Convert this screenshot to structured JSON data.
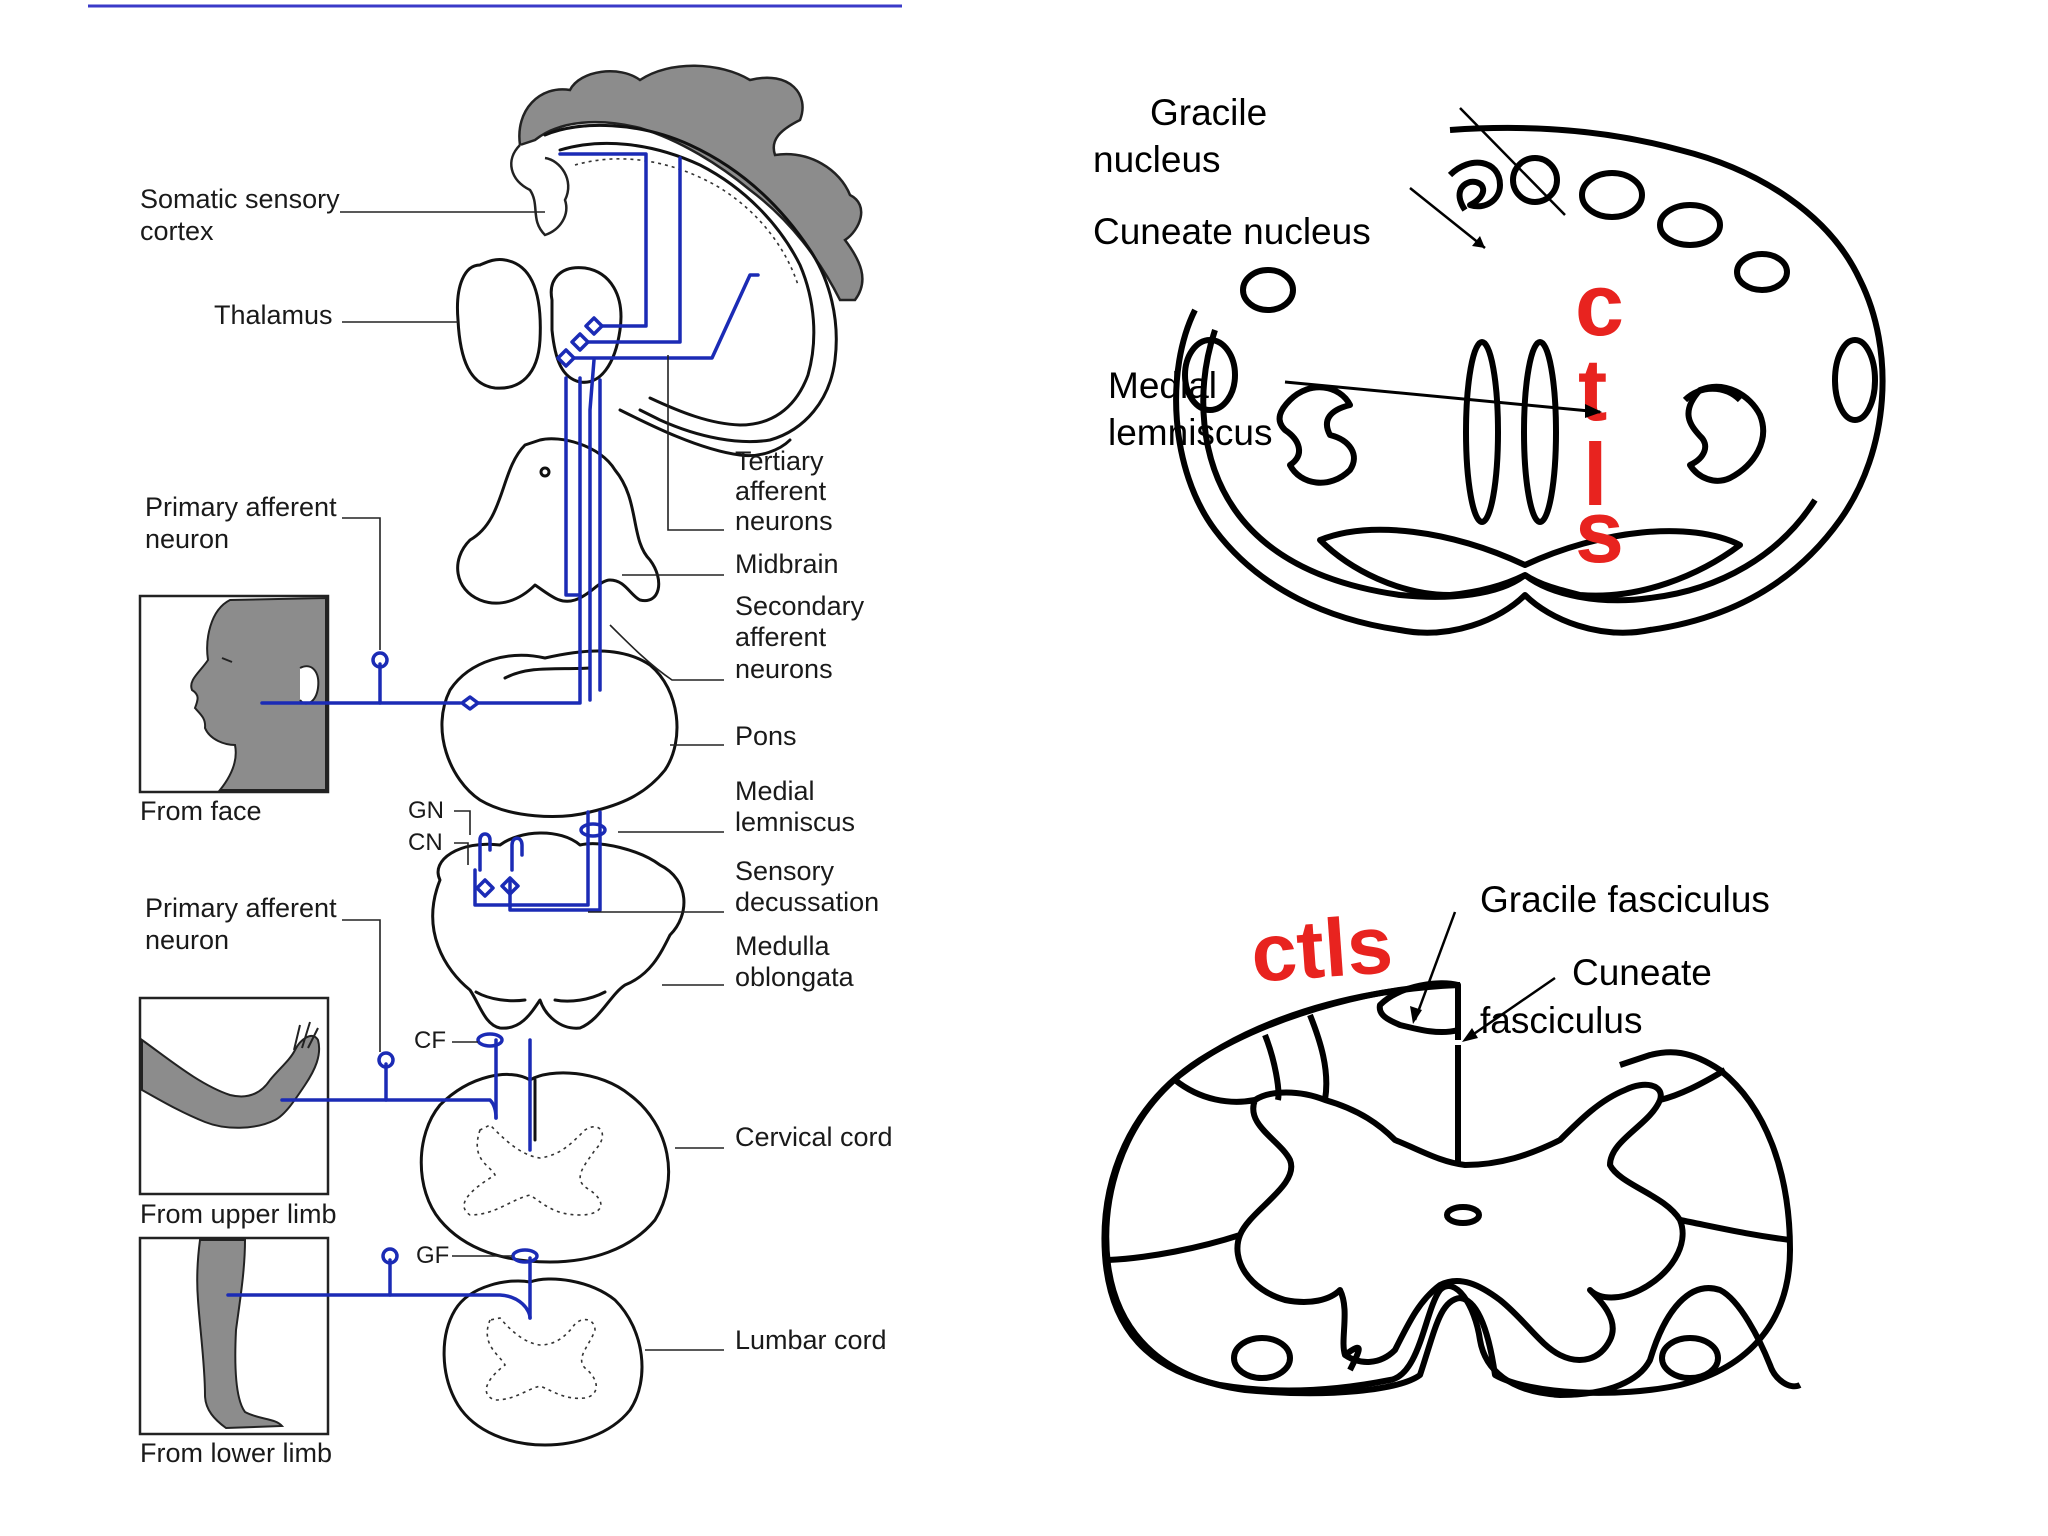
{
  "left_diagram": {
    "labels": {
      "somatic_sensory_cortex": [
        "Somatic sensory",
        "cortex"
      ],
      "thalamus": "Thalamus",
      "primary_afferent_neuron_face": [
        "Primary afferent",
        "neuron"
      ],
      "from_face": "From face",
      "primary_afferent_neuron_limb": [
        "Primary afferent",
        "neuron"
      ],
      "from_upper_limb": "From upper limb",
      "from_lower_limb": "From lower limb",
      "tertiary_afferent_neurons": [
        "Tertiary",
        "afferent",
        "neurons"
      ],
      "midbrain": "Midbrain",
      "secondary_afferent_neurons": [
        "Secondary",
        "afferent",
        "neurons"
      ],
      "pons": "Pons",
      "medial_lemniscus": [
        "Medial",
        "lemniscus"
      ],
      "sensory_decussation": [
        "Sensory",
        "decussation"
      ],
      "medulla_oblongata": [
        "Medulla",
        "oblongata"
      ],
      "cervical_cord": "Cervical cord",
      "lumbar_cord": "Lumbar cord",
      "gn": "GN",
      "cn": "CN",
      "cf": "CF",
      "gf": "GF"
    }
  },
  "right_top_diagram": {
    "labels": {
      "gracile_nucleus": [
        "Gracile",
        "nucleus"
      ],
      "cuneate_nucleus": "Cuneate nucleus",
      "medial_lemniscus": [
        "Medial",
        "lemniscus"
      ]
    },
    "red_letters": [
      "c",
      "t",
      "l",
      "s"
    ]
  },
  "right_bottom_diagram": {
    "labels": {
      "gracile_fasciculus": "Gracile fasciculus",
      "cuneate_fasciculus": [
        "Cuneate",
        "fasciculus"
      ]
    },
    "red_text": "ctls"
  },
  "colors": {
    "pathway_blue": "#1b2bb5",
    "annotation_red": "#e8231f",
    "outline": "#111111",
    "shading_gray": "#8c8c8c"
  }
}
